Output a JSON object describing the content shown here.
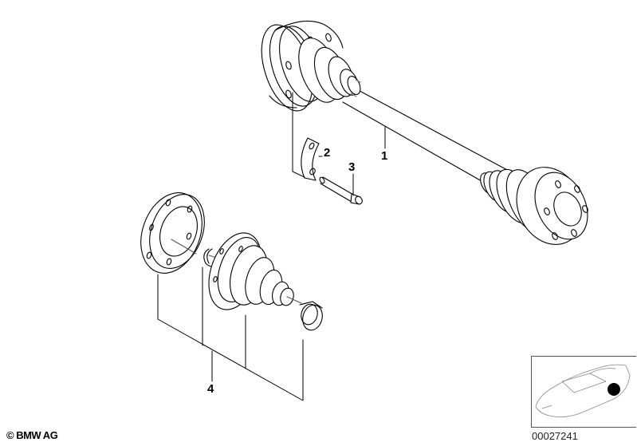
{
  "diagram": {
    "title": "Drive shaft / output shaft parts diagram",
    "callouts": [
      {
        "id": "1",
        "label": "1",
        "part": "output shaft assembly"
      },
      {
        "id": "2",
        "label": "2",
        "part": "lock plate"
      },
      {
        "id": "3",
        "label": "3",
        "part": "socket head bolt"
      },
      {
        "id": "4",
        "label": "4",
        "part": "CV joint boot repair kit"
      }
    ],
    "line_color": "#000000",
    "background": "#ffffff"
  },
  "footer": {
    "copyright": "© BMW AG",
    "document_id": "00027241"
  },
  "thumbnail": {
    "description": "car location indicator",
    "marker_color": "#000000"
  }
}
